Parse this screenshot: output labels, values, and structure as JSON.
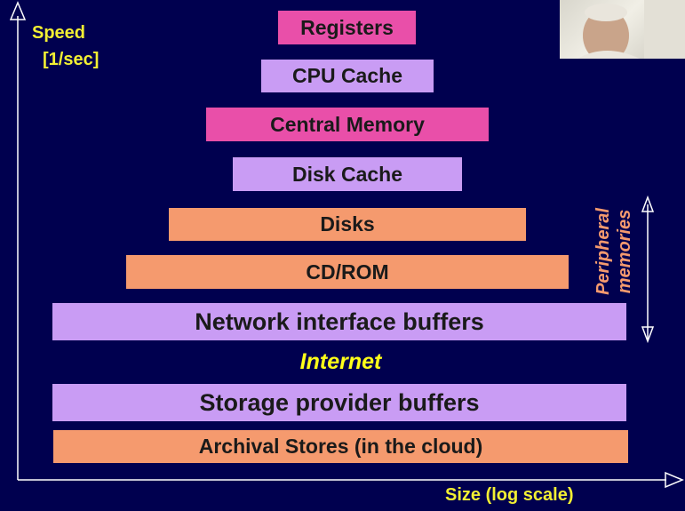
{
  "axes": {
    "y_label_line1": "Speed",
    "y_label_line2": "[1/sec]",
    "x_label": "Size (log scale)"
  },
  "tiers": {
    "registers": "Registers",
    "cpu_cache": "CPU Cache",
    "central_memory": "Central Memory",
    "disk_cache": "Disk Cache",
    "disks": "Disks",
    "cdrom": "CD/ROM",
    "network_buffers": "Network interface buffers",
    "storage_buffers": "Storage provider buffers",
    "archival": "Archival Stores (in the cloud)"
  },
  "internet_label": "Internet",
  "peripheral_label_line1": "Peripheral",
  "peripheral_label_line2": "memories",
  "colors": {
    "background": "#00004f",
    "pink": "#e94fa9",
    "lavender": "#c99cf4",
    "orange": "#f59a6e",
    "axis_text": "#f2ef33"
  }
}
